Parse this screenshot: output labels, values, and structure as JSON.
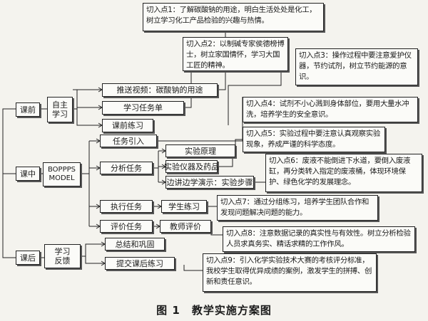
{
  "stages": {
    "pre": "课前",
    "in": "课中",
    "post": "课后"
  },
  "pre_group": "自主\n学习",
  "pre_items": [
    "推送视频：碳酸钠的用途",
    "学习任务单",
    "课前练习"
  ],
  "model": "BOPPPS\nMODEL",
  "tasks": {
    "intro": "任务引入",
    "analyze": "分析任务",
    "execute": "执行任务",
    "evaluate": "评价任务"
  },
  "analyze_items": [
    "实验原理",
    "实验仪器及药品",
    "边讲边学演示：实验步骤"
  ],
  "execute_item": "学生练习",
  "evaluate_item": "教师评价",
  "post_group": "学习\n反馈",
  "post_items": [
    "总结和巩固",
    "提交课后练习"
  ],
  "notes": [
    "切入点1：了解碳酸钠的用途，明白生活处处是化工，树立学习化工产品检验的兴趣与热情。",
    "切入点2：以制碱专家侯德榜博士，树立家国情怀，学习大国工匠的精神。",
    "切入点3：操作过程中要注意爱护仪器，节约试剂，树立节约能源的意识。",
    "切入点4：试剂不小心溅到身体部位，要用大量水冲洗，培养学生的安全意识。",
    "切入点5：实验过程中要注意认真观察实验现象，养成严谨的科学态度。",
    "切入点6：废液不能倒进下水道，要倒入废液缸，再分类转入指定的废液桶，体现环境保护、绿色化学的发展理念。",
    "切入点7：通过分组练习，培养学生团队合作和发现问题解决问题的能力。",
    "切入点8：注意数据记录的真实性与有效性。树立分析检验人员求真务实、精话求精的工作作风。",
    "切入点9：引入化学实验技术大赛的考核评分标准，我校学生取得优异成绩的案例，激发学生的拼搏、创新和责任意识。"
  ],
  "caption": "图 1　教学实施方案图"
}
